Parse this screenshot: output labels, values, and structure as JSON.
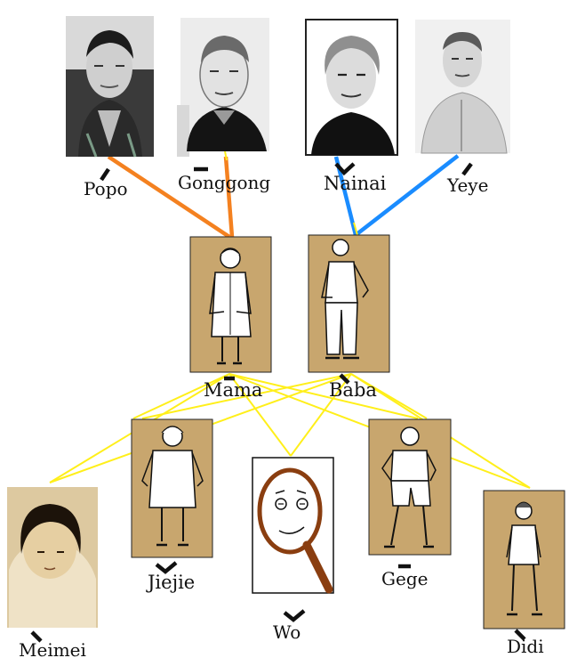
{
  "colors": {
    "maternal_line": "#f48120",
    "paternal_line": "#1a8cff",
    "child_line": "#ffef1a",
    "card_bg": "#c8a66e",
    "outline": "#111111",
    "glass_rim": "#8a3e10"
  },
  "people": {
    "popo": {
      "name": "Popo",
      "tone": "dash"
    },
    "gonggong": {
      "name": "Gonggong",
      "tone": "bar"
    },
    "nainai": {
      "name": "Nainai",
      "tone": "check"
    },
    "yeye": {
      "name": "Yeye",
      "tone": "dash"
    },
    "mama": {
      "name": "Mama",
      "tone": "bar"
    },
    "baba": {
      "name": "Baba",
      "tone": "tick"
    },
    "jiejie": {
      "name": "Jiejie",
      "tone": "check"
    },
    "wo": {
      "name": "Wo",
      "tone": "check"
    },
    "gege": {
      "name": "Gege",
      "tone": "bar"
    },
    "meimei": {
      "name": "Meimei",
      "tone": "tick"
    },
    "didi": {
      "name": "Didi",
      "tone": "tick"
    }
  },
  "icons": {
    "self": "magnifying-glass-icon"
  }
}
